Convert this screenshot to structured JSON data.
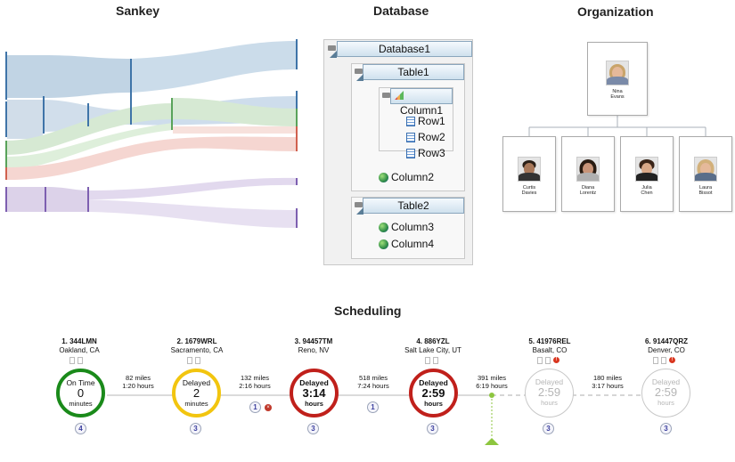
{
  "titles": {
    "sankey": "Sankey",
    "database": "Database",
    "organization": "Organization",
    "scheduling": "Scheduling"
  },
  "database": {
    "root": "Database1",
    "table1": {
      "label": "Table1",
      "column1": "Column1",
      "rows": [
        "Row1",
        "Row2",
        "Row3"
      ],
      "column2": "Column2"
    },
    "table2": {
      "label": "Table2",
      "columns": [
        "Column3",
        "Column4"
      ]
    }
  },
  "organization": {
    "top": {
      "first": "Nina",
      "last": "Evans"
    },
    "reports": [
      {
        "first": "Curtis",
        "last": "Davies"
      },
      {
        "first": "Diana",
        "last": "Lorentz"
      },
      {
        "first": "Julia",
        "last": "Chen"
      },
      {
        "first": "Laura",
        "last": "Bissot"
      }
    ]
  },
  "scheduling": {
    "stops": [
      {
        "title": "1. 344LMN",
        "city": "Oakland, CA",
        "status": "On Time",
        "value": "0",
        "unit": "minutes",
        "badge": "4",
        "color": "#1a8a1a",
        "state": "ontime",
        "alert": false
      },
      {
        "title": "2. 1679WRL",
        "city": "Sacramento, CA",
        "status": "Delayed",
        "value": "2",
        "unit": "minutes",
        "badge": "3",
        "color": "#f2c50f",
        "state": "minor",
        "alert": false
      },
      {
        "title": "3. 94457TM",
        "city": "Reno, NV",
        "status": "Delayed",
        "value": "3:14",
        "unit": "hours",
        "badge": "3",
        "color": "#c0201b",
        "state": "major",
        "alert": false
      },
      {
        "title": "4. 886YZL",
        "city": "Salt Lake City, UT",
        "status": "Delayed",
        "value": "2:59",
        "unit": "hours",
        "badge": "3",
        "color": "#c0201b",
        "state": "major",
        "alert": false
      },
      {
        "title": "5. 41976REL",
        "city": "Basalt, CO",
        "status": "Delayed",
        "value": "2:59",
        "unit": "hours",
        "badge": "3",
        "color": "#c8c8c8",
        "state": "future",
        "alert": true
      },
      {
        "title": "6. 91447QRZ",
        "city": "Denver, CO",
        "status": "Delayed",
        "value": "2:59",
        "unit": "hours",
        "badge": "3",
        "color": "#c8c8c8",
        "state": "future",
        "alert": true
      }
    ],
    "legs": [
      {
        "miles": "82 miles",
        "time": "1:20 hours",
        "badge": ""
      },
      {
        "miles": "132 miles",
        "time": "2:16 hours",
        "badge": "1"
      },
      {
        "miles": "518 miles",
        "time": "7:24 hours",
        "badge": "1"
      },
      {
        "miles": "391 miles",
        "time": "6:19 hours",
        "badge": ""
      },
      {
        "miles": "180 miles",
        "time": "3:17 hours",
        "badge": ""
      }
    ]
  },
  "colors": {
    "sankey_blue": "#b7cde0",
    "sankey_green": "#cfe6cc",
    "sankey_red": "#f4cfc9",
    "sankey_purple": "#d6cbe6",
    "progress_marker": "#8dc63f"
  }
}
